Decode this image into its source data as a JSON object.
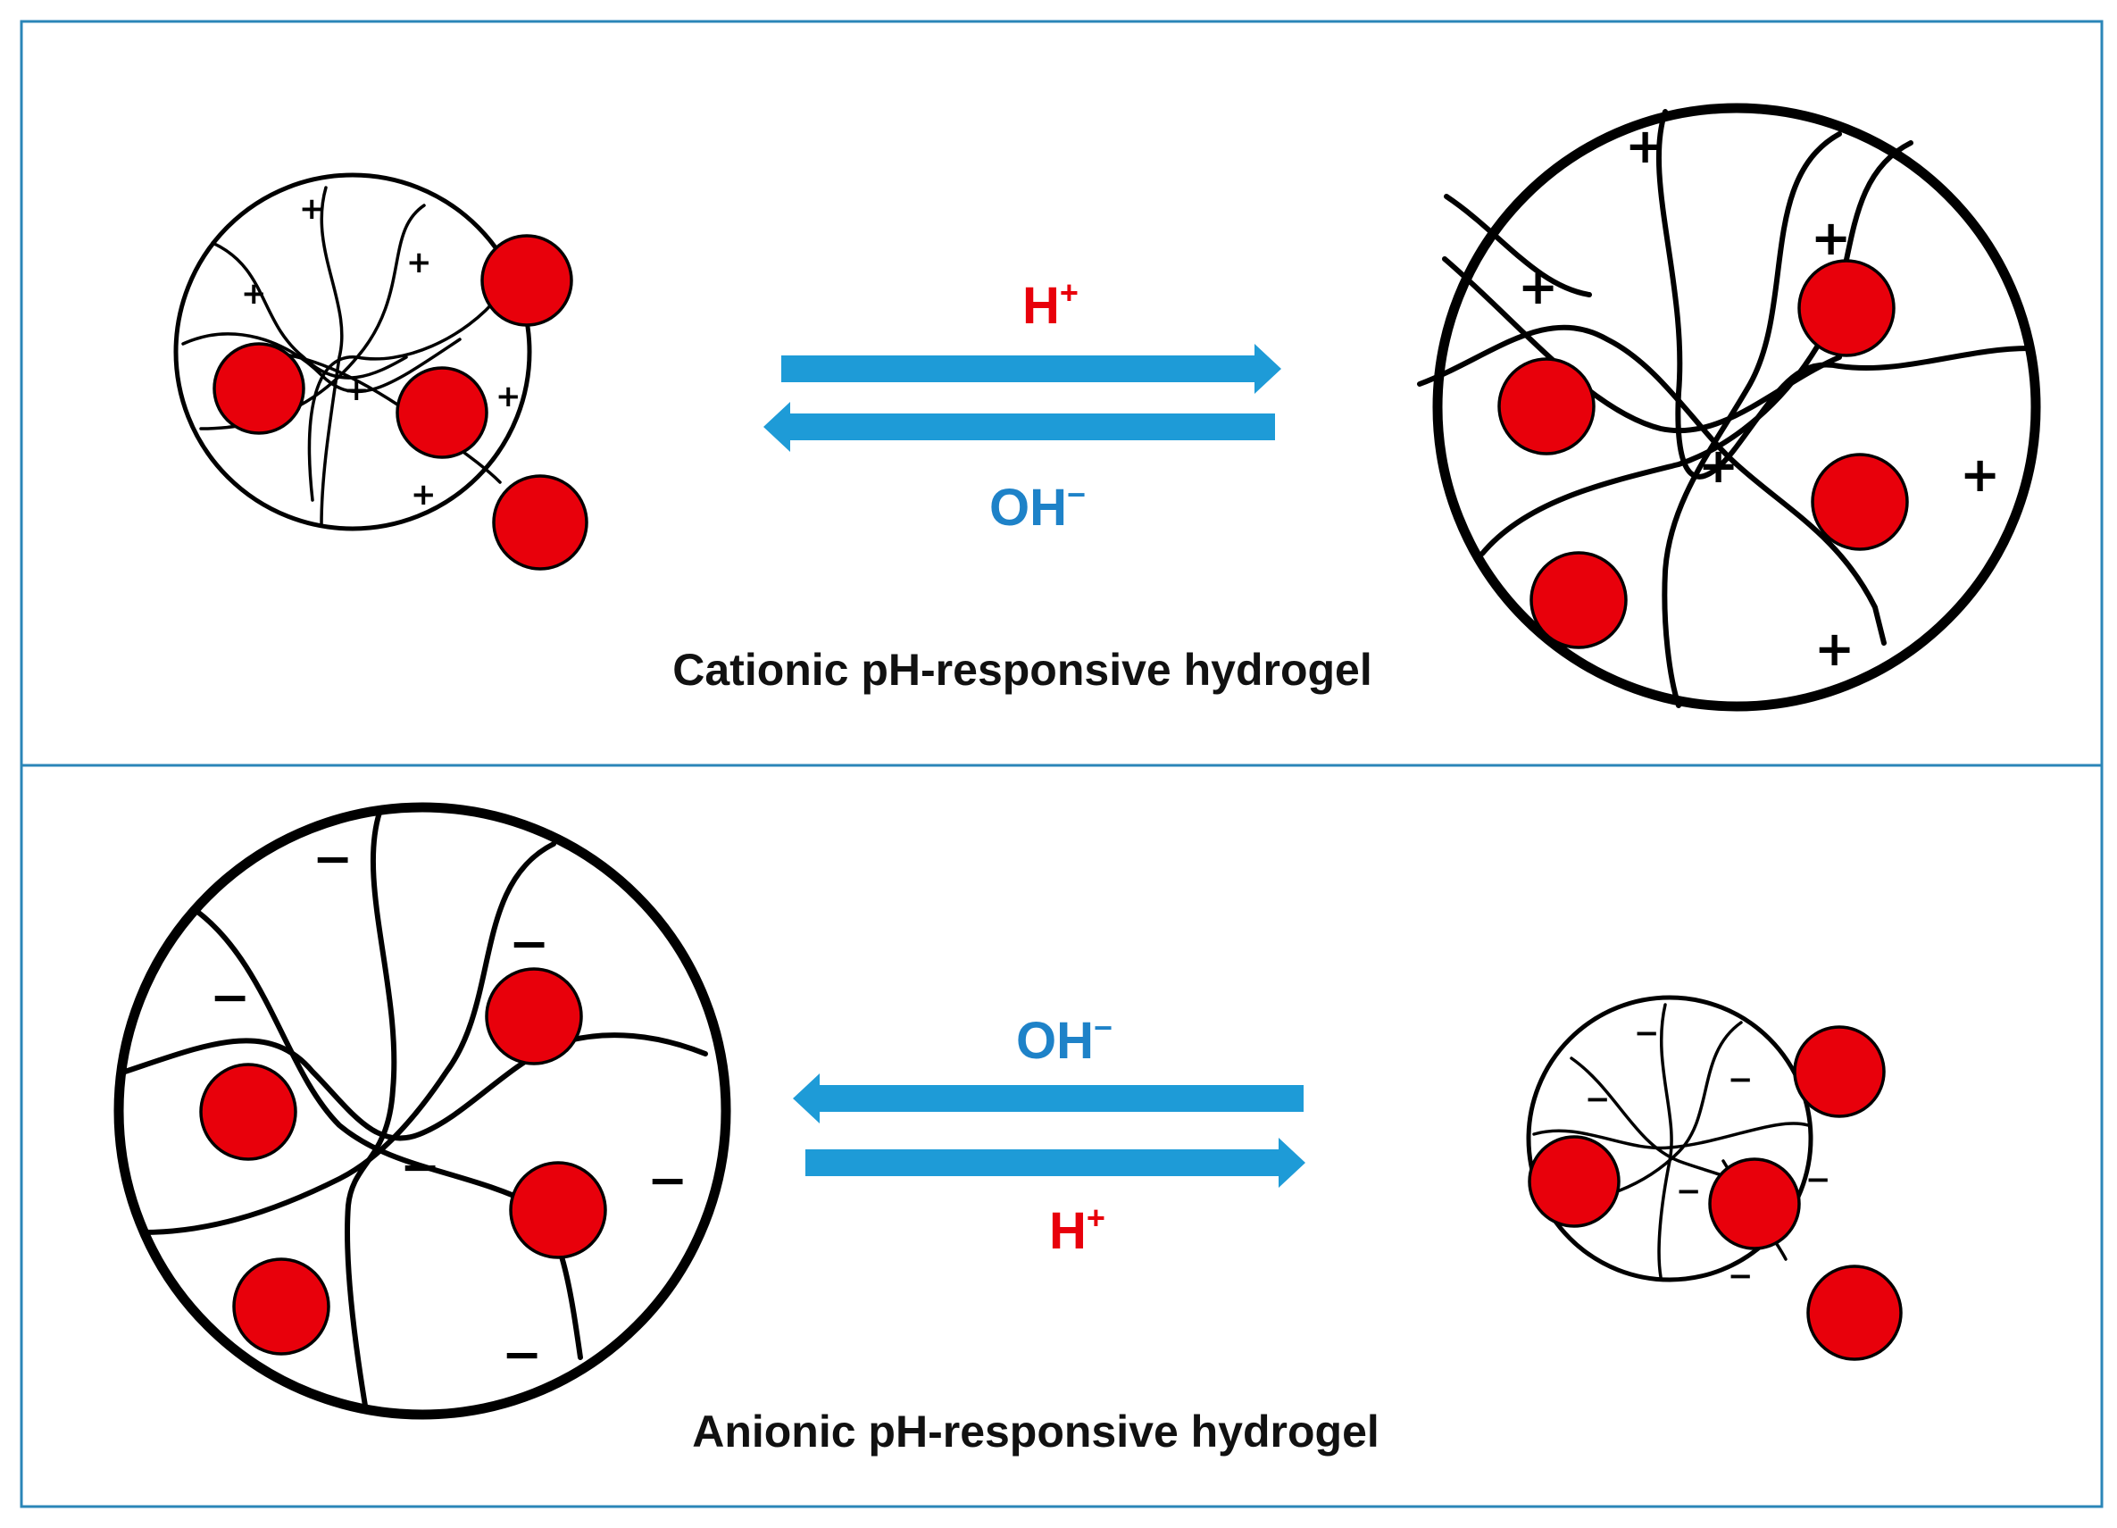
{
  "panels": {
    "cationic": {
      "caption": "Cationic pH-responsive hydrogel",
      "forward_label": {
        "base": "H",
        "sup": "+"
      },
      "reverse_label": {
        "base": "OH",
        "sup": "−"
      },
      "charge_symbol": "+"
    },
    "anionic": {
      "caption": "Anionic pH-responsive hydrogel",
      "forward_label": {
        "base": "OH",
        "sup": "−"
      },
      "reverse_label": {
        "base": "H",
        "sup": "+"
      },
      "charge_symbol": "−"
    }
  },
  "colors": {
    "border": "#2b86b8",
    "arrow": "#1e9bd7",
    "drug": "#e8000b",
    "h_label": "#e8000b",
    "oh_label": "#1e82c8"
  }
}
